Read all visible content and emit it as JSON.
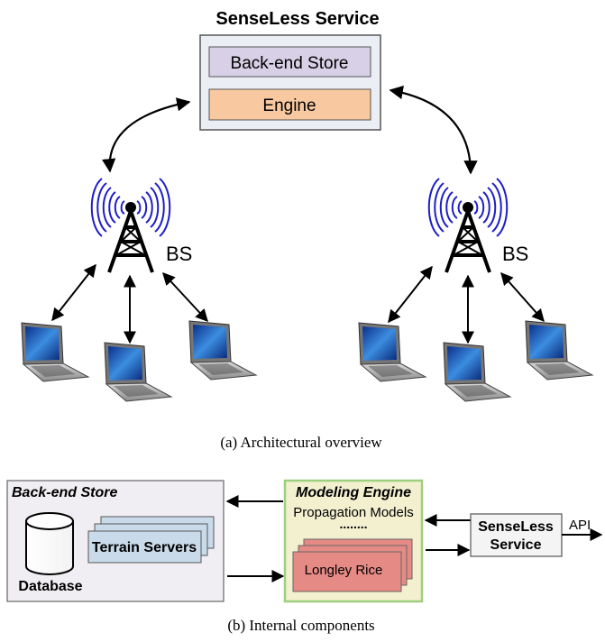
{
  "top": {
    "service_title": "SenseLess Service",
    "backend_store": "Back-end Store",
    "engine": "Engine",
    "bs_label": "BS",
    "caption": "(a)  Architectural overview"
  },
  "bottom": {
    "backend_title": "Back-end Store",
    "database": "Database",
    "terrain_servers": "Terrain Servers",
    "modeling_engine": "Modeling Engine",
    "propagation_models": "Propagation Models",
    "dots": "........",
    "longley_rice": "Longley Rice",
    "service_line1": "SenseLess",
    "service_line2": "Service",
    "api": "API",
    "caption": "(b)  Internal components"
  },
  "colors": {
    "service_box_fill": "#eceef6",
    "backend_store_fill": "#d7d0e6",
    "engine_fill": "#f8c9a0",
    "radio_wave": "#1e1ec8",
    "backend_panel_fill": "#f1eef3",
    "terrain_fill": "#c9dbea",
    "modeling_panel_fill": "#f3f0d0",
    "modeling_border": "#9ecf7f",
    "longley_fill": "#e58a85"
  }
}
